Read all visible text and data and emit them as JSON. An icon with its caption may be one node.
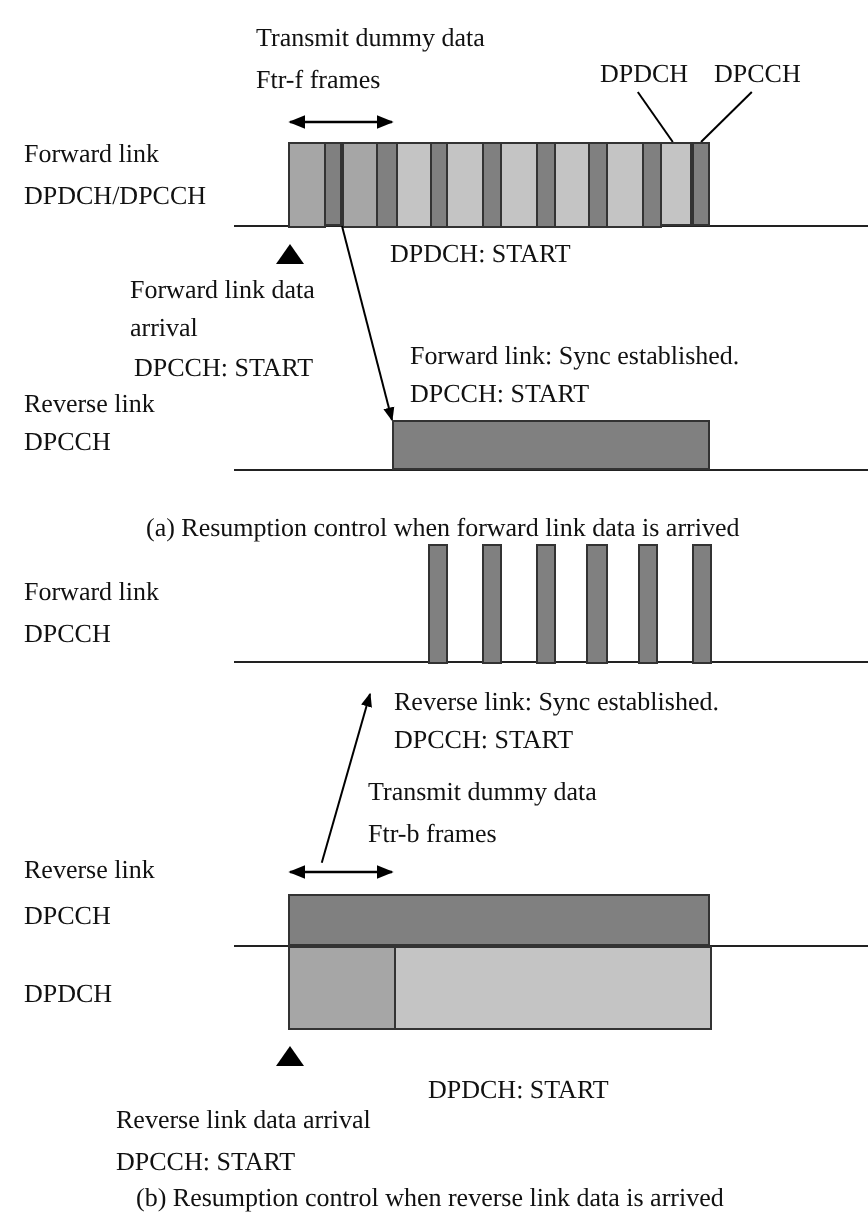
{
  "diagram": {
    "nodes": [
      {
        "text": [
          "DPDCH"
        ]
      },
      {
        "text": [
          "DPCCH"
        ]
      },
      {
        "text": [],
        "shape": "bar"
      },
      {
        "text": [],
        "shape": "bar"
      },
      {
        "text": [],
        "shape": "bar"
      },
      {
        "text": [],
        "shape": "bar"
      },
      {
        "text": [],
        "shape": "bar"
      },
      {
        "text": [
          "Reverse link: Sync established.",
          "DPCCH: START"
        ]
      }
    ],
    "edges": [
      {
        "from": 0,
        "to": 3,
        "arrow": "none"
      },
      {
        "from": 1,
        "to": 4,
        "arrow": "none"
      },
      {
        "from": 2,
        "to": 5,
        "arrow": "to"
      },
      {
        "from": 6,
        "to": 7,
        "arrow": "to"
      }
    ],
    "labels": [
      "Transmit dummy data",
      "Ftr-f frames",
      "Forward link",
      "DPDCH/DPCCH",
      "DPDCH: START",
      "Forward link data arrival",
      "DPCCH: START",
      "Forward link: Sync established.",
      "DPCCH: START",
      "Reverse link",
      "DPCCH",
      "(a) Resumption control when forward link data is arrived",
      "Forward link",
      "DPCCH",
      "Transmit dummy data",
      "Ftr-b frames",
      "Reverse link",
      "DPCCH",
      "DPDCH",
      "DPDCH: START",
      "Reverse link data arrival",
      "DPCCH: START",
      "(b) Resumption control when reverse link data is arrived"
    ]
  }
}
